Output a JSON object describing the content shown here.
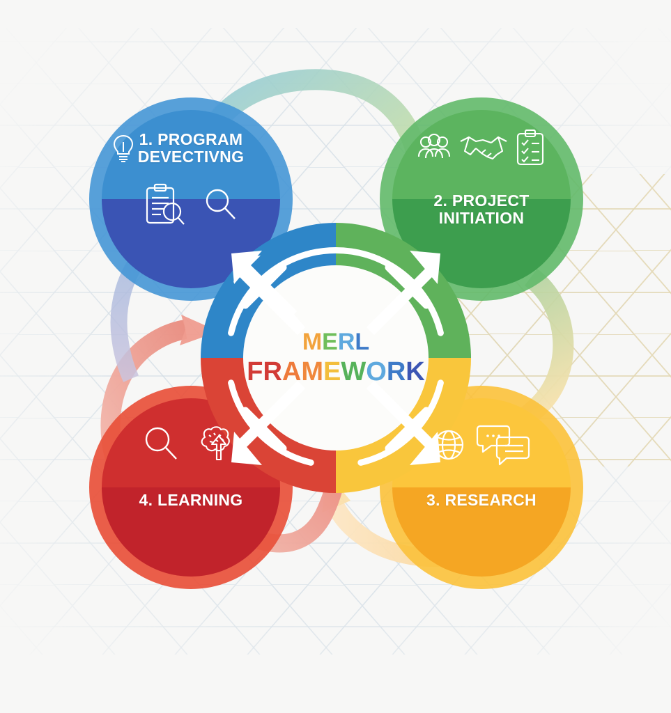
{
  "diagram": {
    "title": "MERL Framework Cycle Diagram",
    "background_color": "#f7f7f6",
    "hex_colors": {
      "blue_grey": "#cdd9e3",
      "tan": "#e4d6ad"
    }
  },
  "center": {
    "line1_text": "MERL",
    "line2_text": "FRAMEWORK",
    "line1_letters": [
      {
        "char": "M",
        "color": "#F2A33C"
      },
      {
        "char": "E",
        "color": "#6FBE5B"
      },
      {
        "char": "R",
        "color": "#5EA9DE"
      },
      {
        "char": "L",
        "color": "#3E7BC8"
      }
    ],
    "line2_letters": [
      {
        "char": "F",
        "color": "#D23B36"
      },
      {
        "char": "R",
        "color": "#D23B36"
      },
      {
        "char": "A",
        "color": "#EE7B3B"
      },
      {
        "char": "M",
        "color": "#F0883C"
      },
      {
        "char": "E",
        "color": "#F3BE3C"
      },
      {
        "char": "W",
        "color": "#56B25A"
      },
      {
        "char": "O",
        "color": "#5EA9DE"
      },
      {
        "char": "R",
        "color": "#3E7BC8"
      },
      {
        "char": "K",
        "color": "#3C56B4"
      }
    ],
    "disc_quadrants": [
      {
        "name": "top-left",
        "color": "#2E86C8"
      },
      {
        "name": "top-right",
        "color": "#5FB25B"
      },
      {
        "name": "bottom-right",
        "color": "#F9C63C"
      },
      {
        "name": "bottom-left",
        "color": "#DA4436"
      }
    ],
    "ring_color": "#ffffff"
  },
  "nodes": [
    {
      "id": "program-developing",
      "label_lines": [
        "1. PROGRAM",
        "DEVECTIVNG"
      ],
      "label_text": "1. PROGRAM DEVECTIVNG",
      "color_top": "#3C8FD0",
      "color_bottom": "#3A54B4",
      "halo_color": "#4596D6",
      "label_position": "top",
      "icons": [
        "lightbulb-icon",
        "clipboard-search-icon",
        "magnifier-icon"
      ]
    },
    {
      "id": "project-initiation",
      "label_lines": [
        "2. PROJECT",
        "INITIATION"
      ],
      "label_text": "2. PROJECT INITIATION",
      "color_top": "#5CB45F",
      "color_bottom": "#3D9E4E",
      "halo_color": "#62B96A",
      "label_position": "bottom",
      "icons": [
        "people-icon",
        "handshake-icon",
        "checklist-icon"
      ]
    },
    {
      "id": "research",
      "label_lines": [
        "3. RESEARCH"
      ],
      "label_text": "3. RESEARCH",
      "color_top": "#FCC63C",
      "color_bottom": "#F5A623",
      "halo_color": "#FBC13B",
      "label_position": "bottom",
      "icons": [
        "globe-icon",
        "chat-bubbles-icon"
      ]
    },
    {
      "id": "learning",
      "label_lines": [
        "4. LEARNING"
      ],
      "label_text": "4. LEARNING",
      "color_top": "#CF2F2F",
      "color_bottom": "#C1232B",
      "halo_color": "#E8503A",
      "label_position": "bottom",
      "icons": [
        "magnifier-icon",
        "brain-growth-icon"
      ]
    }
  ],
  "flow_arrows": [
    {
      "id": "arrow-top",
      "from": "program-developing",
      "to": "project-initiation",
      "color_start": "#8FC9D6",
      "color_end": "#BFDCAE",
      "direction": "down-right-into-green"
    },
    {
      "id": "arrow-right",
      "from": "project-initiation",
      "to": "research",
      "color_start": "#AFD3A0",
      "color_end": "#FBE3AE",
      "direction": "down-left"
    },
    {
      "id": "arrow-bottom",
      "from": "research",
      "to": "learning",
      "color_start": "#FBDCA4",
      "color_end": "#FBE3BE",
      "direction": "left"
    },
    {
      "id": "arrow-bottom-left",
      "from": "learning",
      "to": "research",
      "color_start": "#EFA79C",
      "color_end": "#F0B2A6",
      "direction": "up-right"
    },
    {
      "id": "arrow-left",
      "from": "learning",
      "to": "program-developing",
      "color_start": "#EFA79C",
      "color_end": "#E9A8A0",
      "direction": "up-right"
    },
    {
      "id": "arrow-left-upper",
      "from": "program-developing",
      "to": "learning",
      "color_start": "#BDBAD8",
      "color_end": "#C4C0DC",
      "direction": "down"
    }
  ]
}
